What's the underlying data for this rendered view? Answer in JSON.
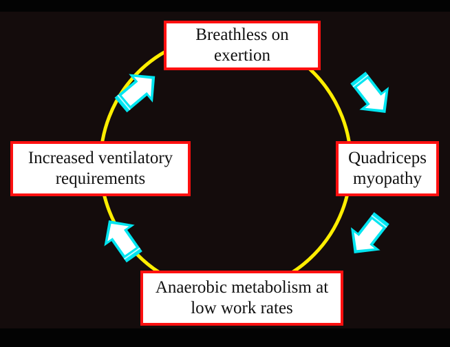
{
  "diagram": {
    "nodes": [
      {
        "id": "top",
        "line1": "Breathless on",
        "line2": "exertion"
      },
      {
        "id": "right",
        "line1": "Quadriceps",
        "line2": "myopathy"
      },
      {
        "id": "bottom",
        "line1": "Anaerobic metabolism at",
        "line2": "low work rates"
      },
      {
        "id": "left",
        "line1": "Increased ventilatory",
        "line2": "requirements"
      }
    ],
    "edges": [
      {
        "from": "top",
        "to": "right"
      },
      {
        "from": "right",
        "to": "bottom"
      },
      {
        "from": "bottom",
        "to": "left"
      },
      {
        "from": "left",
        "to": "top"
      }
    ],
    "colors": {
      "cycle": "#ffee00",
      "arrow_outline": "#00e5f0",
      "arrow_fill": "#ffffff",
      "box_border": "#ff1010",
      "background": "#140c0c"
    }
  }
}
